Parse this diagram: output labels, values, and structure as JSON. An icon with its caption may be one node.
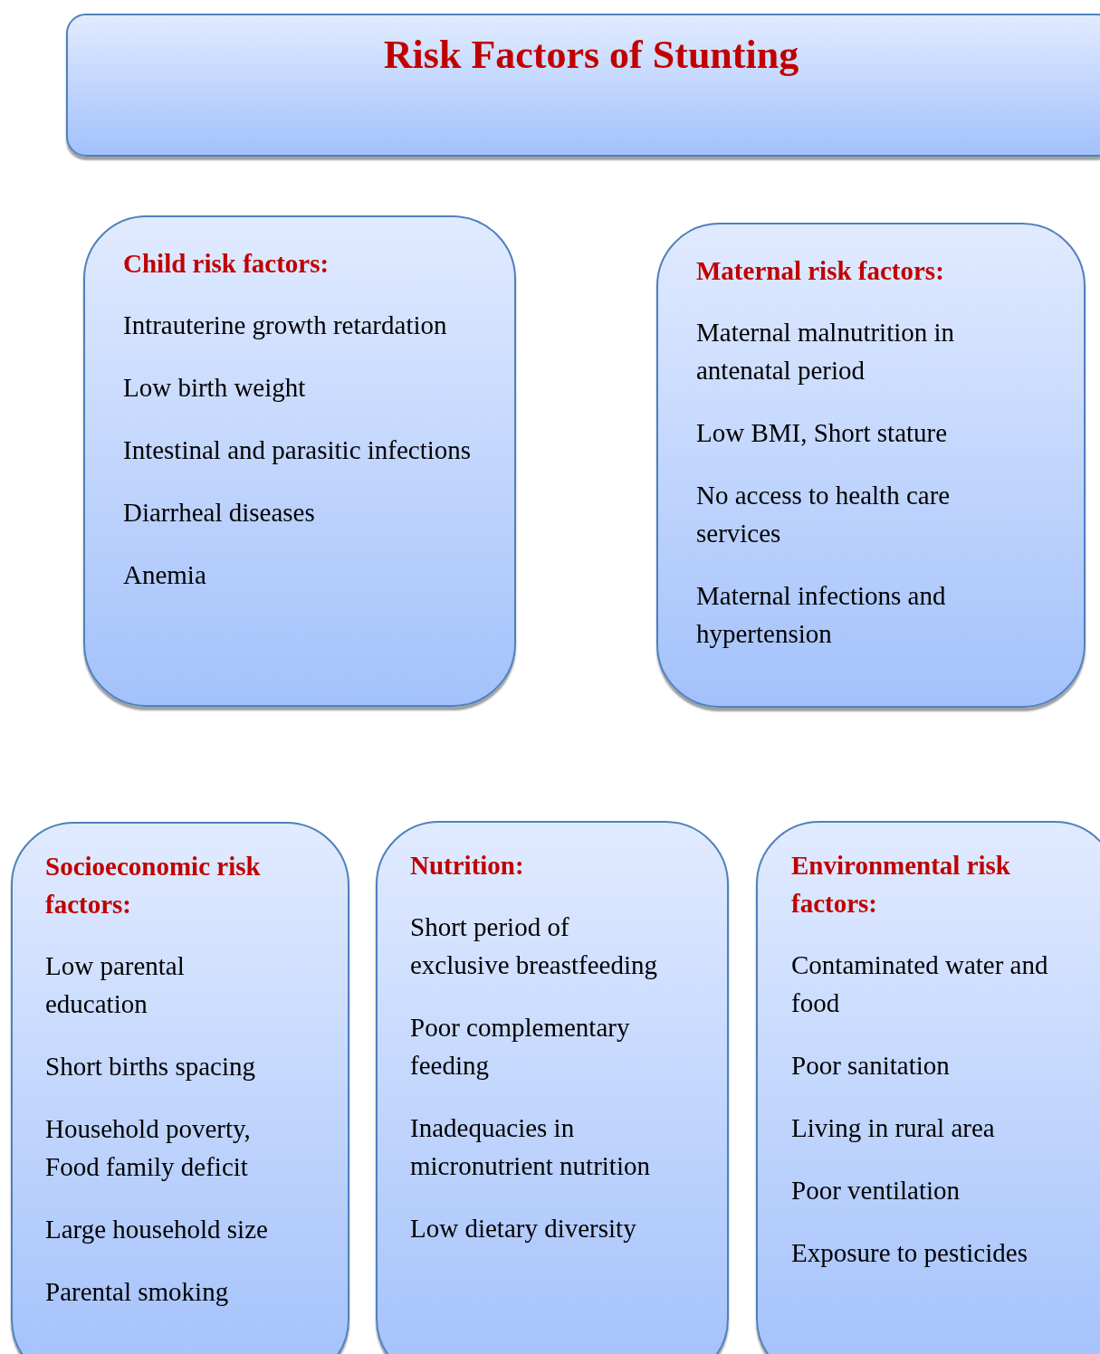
{
  "diagram": {
    "nodes": [
      {
        "text": [
          "Risk Factors of Stunting"
        ]
      },
      {
        "text": [
          "Child risk factors:",
          "Intrauterine growth retardation",
          "Low birth weight",
          "Intestinal and parasitic infections",
          "Diarrheal diseases",
          "Anemia"
        ]
      },
      {
        "text": [
          "Maternal risk factors:",
          "Maternal malnutrition in antenatal period",
          "Low BMI, Short stature",
          "No access to health care services",
          "Maternal infections and hypertension"
        ]
      },
      {
        "text": [
          "Socioeconomic risk factors:",
          "Low parental education",
          "Short births spacing",
          "Household poverty, Food family deficit",
          "Large household size",
          "Parental smoking"
        ]
      },
      {
        "text": [
          "Nutrition:",
          "Short period of exclusive breastfeeding",
          "Poor complementary feeding",
          "Inadequacies in micronutrient nutrition",
          "Low dietary diversity"
        ]
      },
      {
        "text": [
          "Environmental risk factors:",
          "Contaminated water and food",
          "Poor sanitation",
          "Living in rural area",
          "Poor ventilation",
          "Exposure to pesticides"
        ]
      }
    ]
  }
}
